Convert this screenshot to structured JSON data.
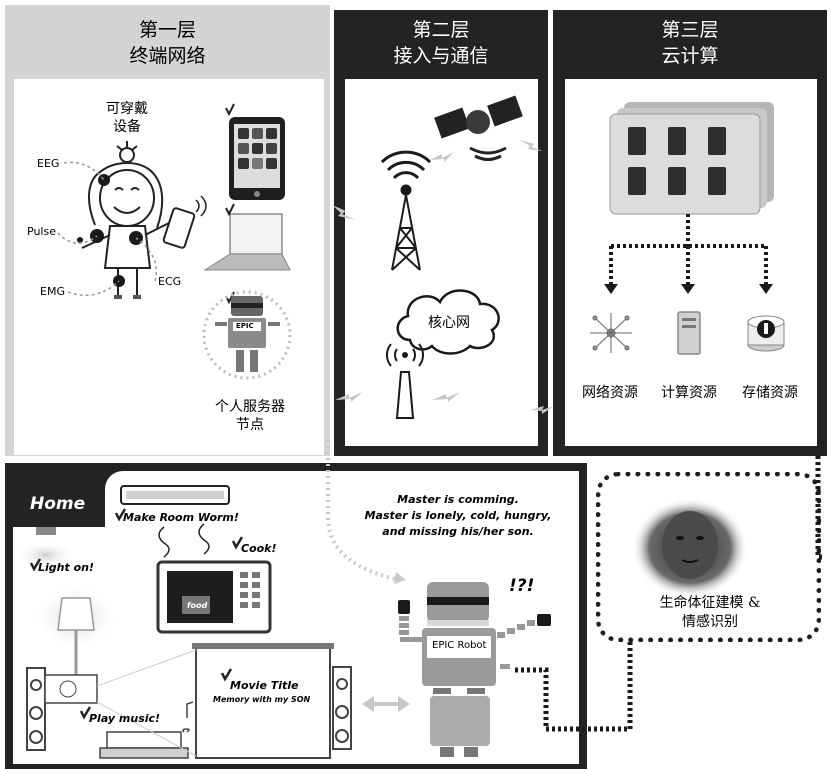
{
  "layers": {
    "layer1": {
      "title": "第一层",
      "subtitle": "终端网络"
    },
    "layer2": {
      "title": "第二层",
      "subtitle": "接入与通信"
    },
    "layer3": {
      "title": "第三层",
      "subtitle": "云计算"
    }
  },
  "terminal": {
    "wearable_line1": "可穿戴",
    "wearable_line2": "设备",
    "eeg": "EEG",
    "pulse": "Pulse",
    "emg": "EMG",
    "ecg": "ECG",
    "robot_chest": "EPIC",
    "node_line1": "个人服务器",
    "node_line2": "节点"
  },
  "access": {
    "core_network": "核心网"
  },
  "cloud": {
    "network_resource": "网络资源",
    "compute_resource": "计算资源",
    "storage_resource": "存储资源"
  },
  "analysis": {
    "line1": "生命体征建模 &",
    "line2": "情感识别"
  },
  "home": {
    "tab": "Home",
    "ac_label": "Make Room Worm!",
    "cook_label": "Cook!",
    "food_label": "food",
    "light_label": "Light on!",
    "music_label": "Play music!",
    "movie_title": "Movie Title",
    "movie_subtitle": "Memory with my SON",
    "speech_line1": "Master is comming.",
    "speech_line2": "Master is lonely, cold, hungry,",
    "speech_line3": "and missing his/her son.",
    "exclaim": "!?!",
    "robot_label": "EPIC Robot"
  },
  "colors": {
    "panel_light": "#d2d2d2",
    "panel_dark": "#222222",
    "accent_gray": "#9a9a9a",
    "inner_white": "#ffffff"
  }
}
